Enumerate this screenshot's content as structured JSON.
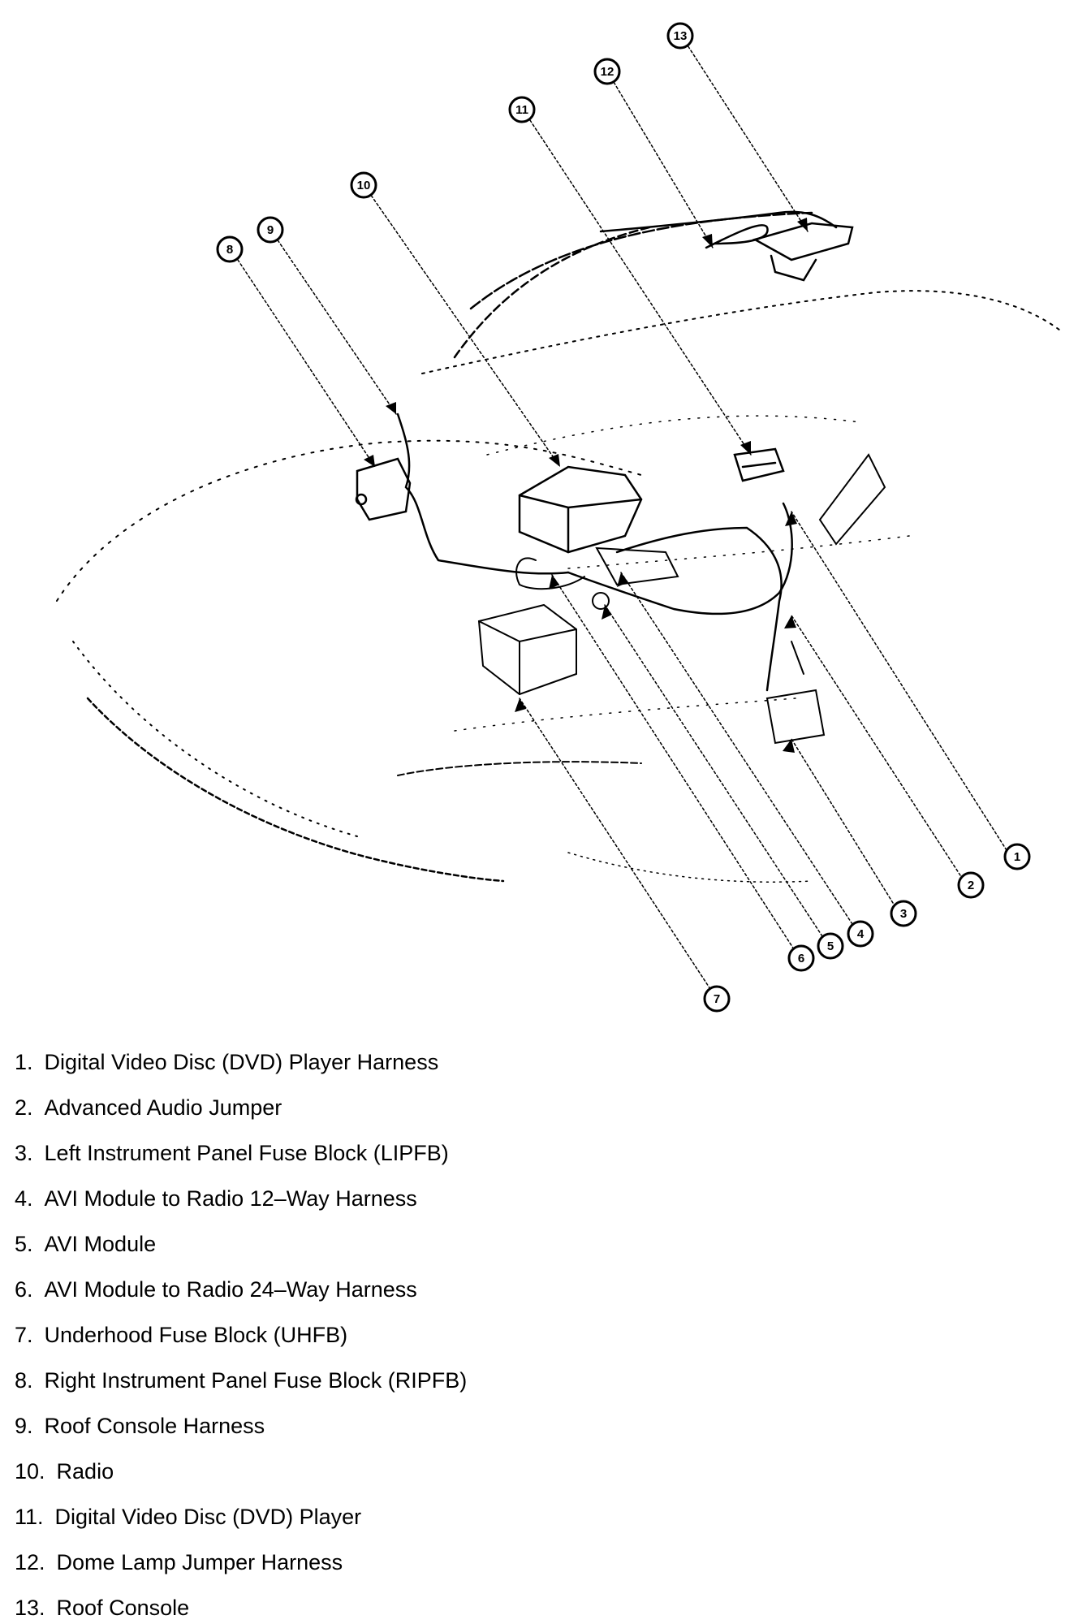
{
  "callouts": [
    "1",
    "2",
    "3",
    "4",
    "5",
    "6",
    "7",
    "8",
    "9",
    "10",
    "11",
    "12",
    "13"
  ],
  "legend": [
    {
      "num": "1.",
      "text": "Digital Video Disc (DVD) Player Harness"
    },
    {
      "num": "2.",
      "text": "Advanced Audio Jumper"
    },
    {
      "num": "3.",
      "text": "Left Instrument Panel Fuse Block (LIPFB)"
    },
    {
      "num": "4.",
      "text": "AVI Module to Radio 12–Way Harness"
    },
    {
      "num": "5.",
      "text": "AVI Module"
    },
    {
      "num": "6.",
      "text": "AVI Module to Radio 24–Way Harness"
    },
    {
      "num": "7.",
      "text": "Underhood Fuse Block (UHFB)"
    },
    {
      "num": "8.",
      "text": "Right Instrument Panel Fuse Block (RIPFB)"
    },
    {
      "num": "9.",
      "text": "Roof Console Harness"
    },
    {
      "num": "10.",
      "text": "Radio"
    },
    {
      "num": "11.",
      "text": "Digital Video Disc (DVD) Player"
    },
    {
      "num": "12.",
      "text": "Dome Lamp Jumper Harness"
    },
    {
      "num": "13.",
      "text": "Roof Console"
    }
  ]
}
